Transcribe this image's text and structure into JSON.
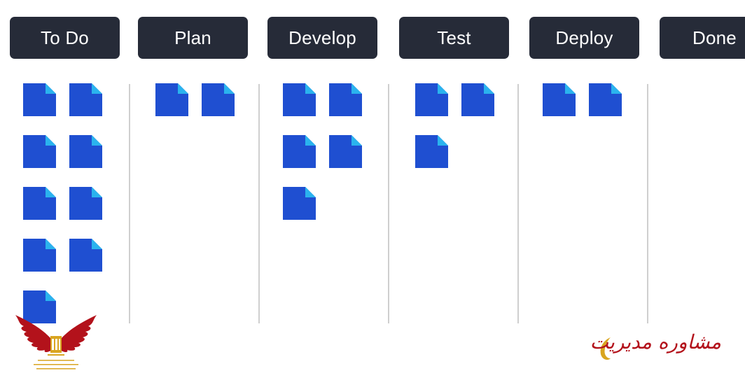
{
  "board": {
    "columns": [
      {
        "label": "To Do",
        "cards": 9
      },
      {
        "label": "Plan",
        "cards": 2
      },
      {
        "label": "Develop",
        "cards": 5
      },
      {
        "label": "Test",
        "cards": 3
      },
      {
        "label": "Deploy",
        "cards": 2
      },
      {
        "label": "Done",
        "cards": 0
      }
    ]
  },
  "colors": {
    "header_bg": "#262b38",
    "header_text": "#ffffff",
    "card_fill": "#1f4fd1",
    "card_fold": "#2ab3ee",
    "divider": "#cfcfcf",
    "logo_red": "#b3121b",
    "logo_gold": "#d9a520"
  },
  "icons": {
    "card": "document-icon",
    "left_logo": "winged-emblem-icon",
    "right_logo": "brand-wordmark-icon"
  },
  "branding": {
    "wordmark": "مشاوره مدیریت"
  }
}
